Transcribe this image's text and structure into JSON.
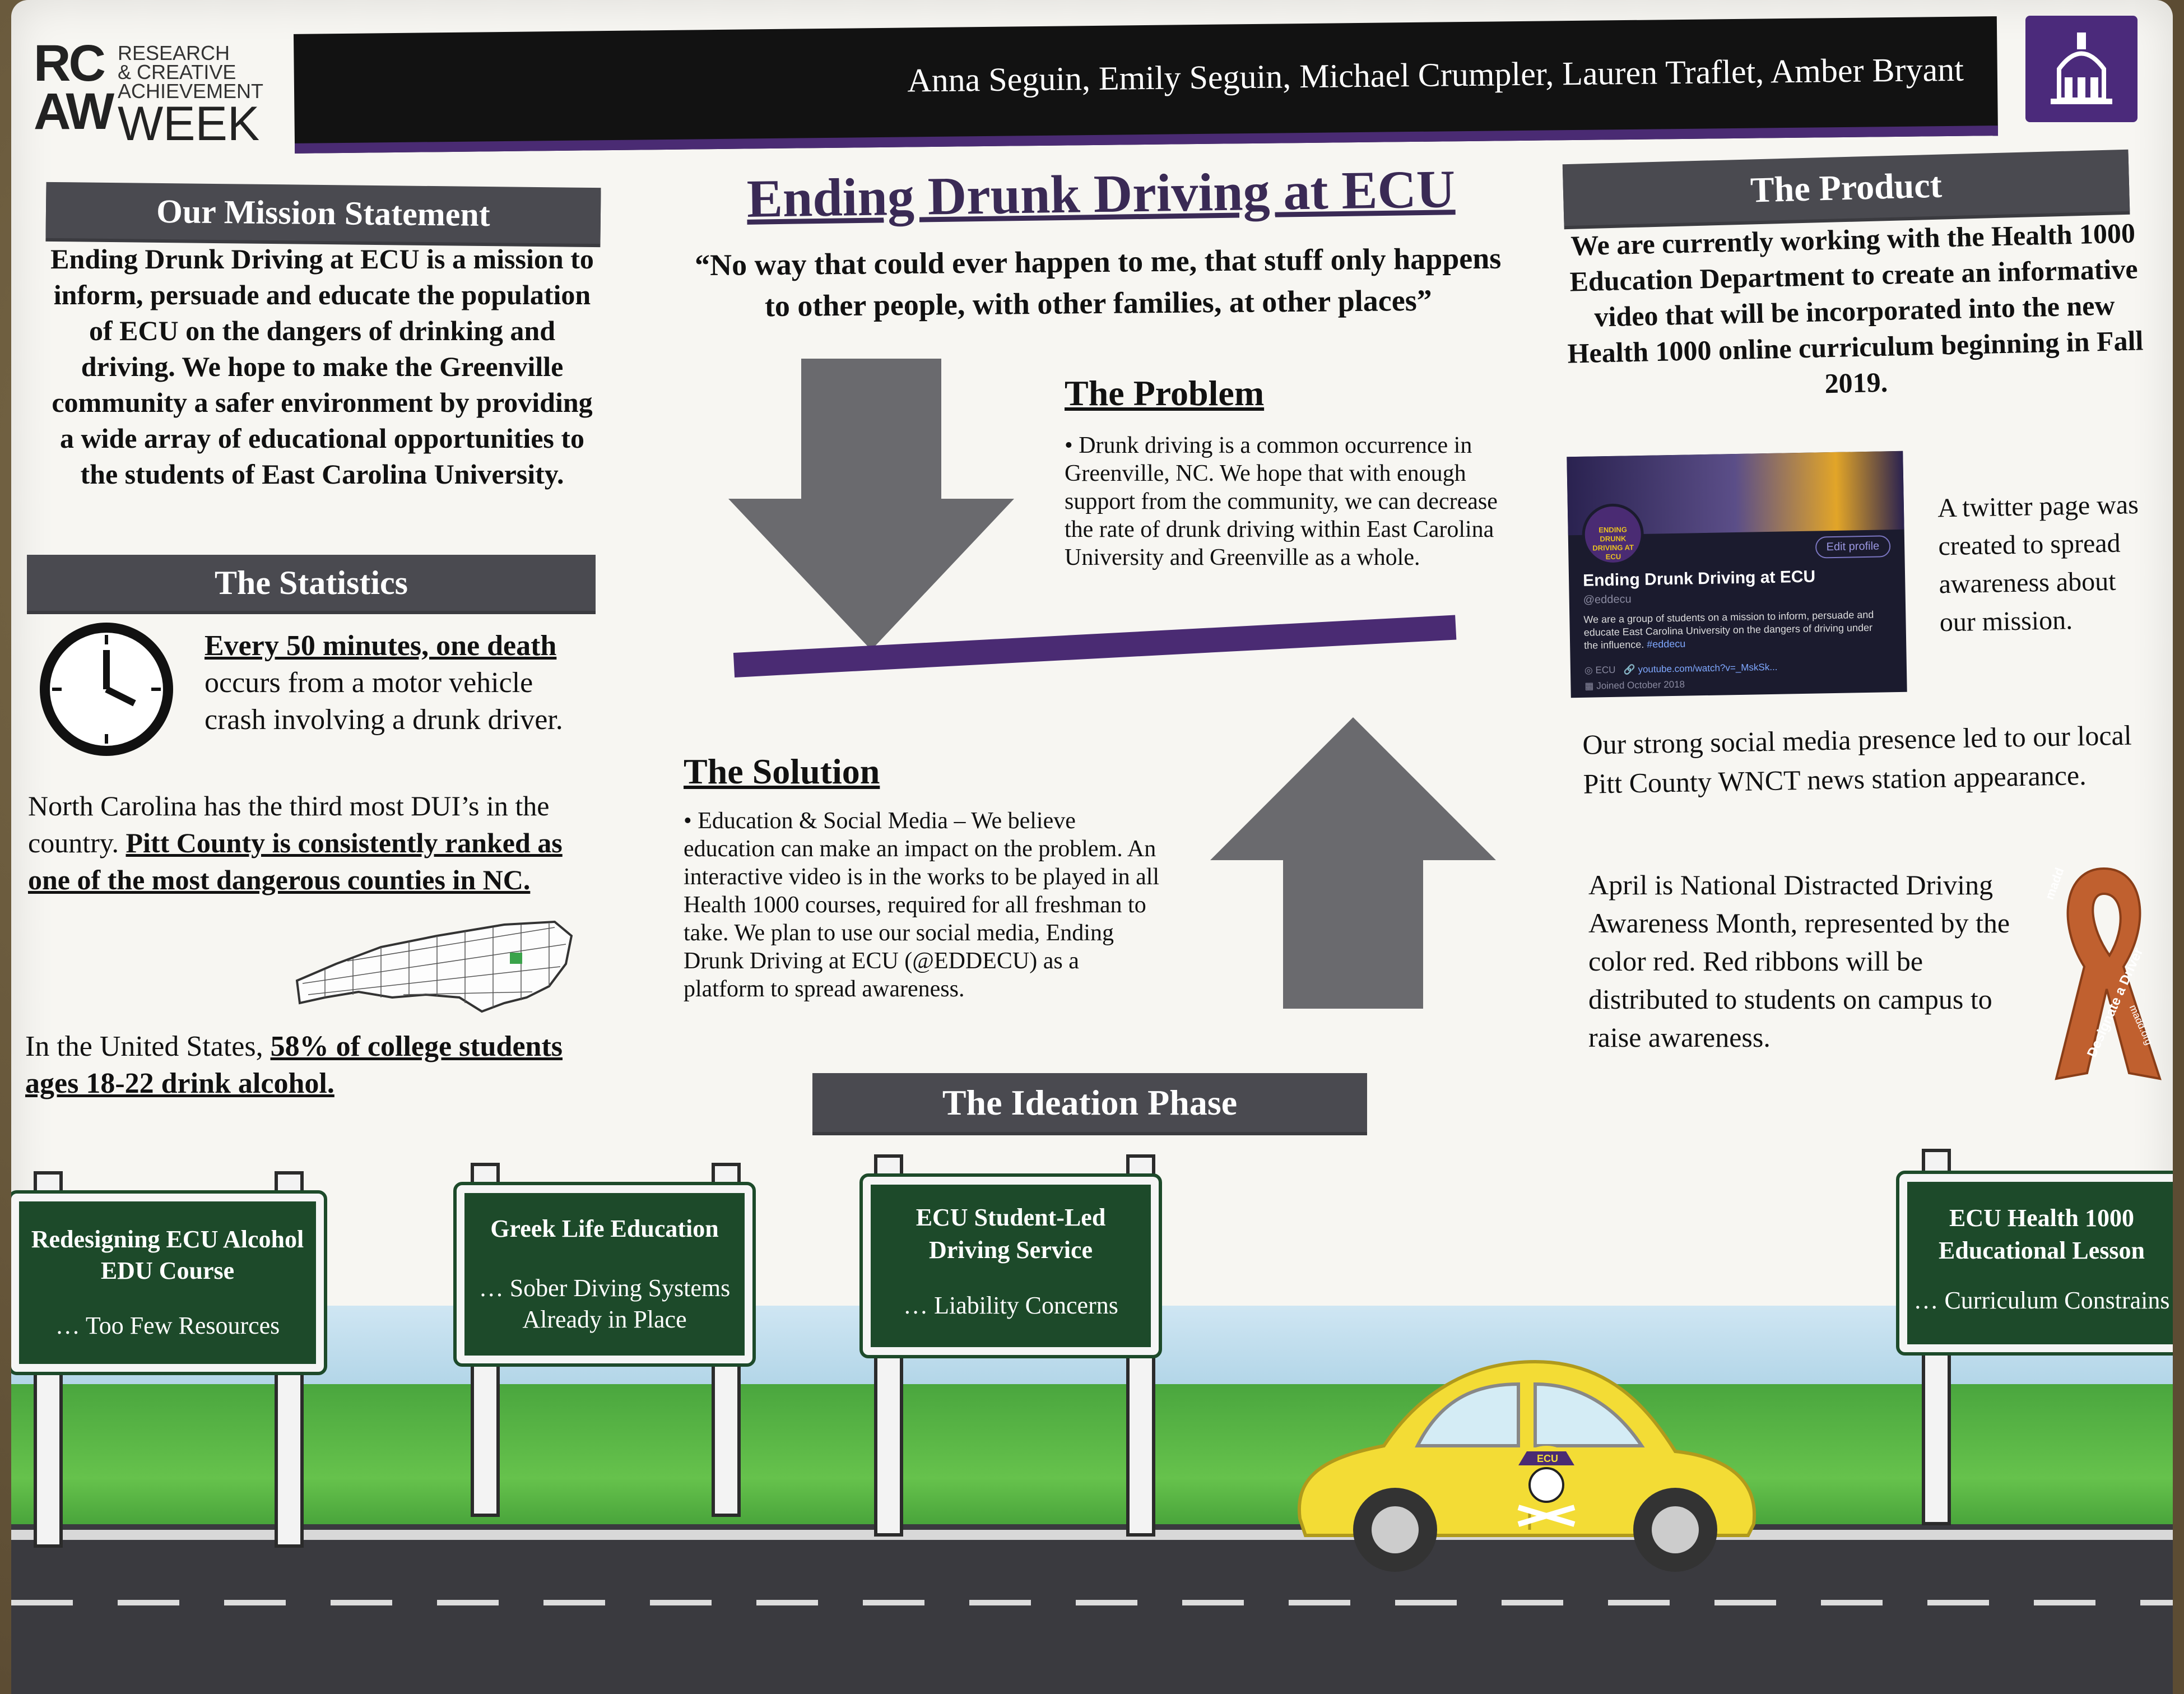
{
  "header": {
    "logo_rc": "RC\nAW",
    "logo_small": "RESEARCH\n& CREATIVE\nACHIEVEMENT",
    "logo_week": "WEEK",
    "authors": "Anna Seguin, Emily Seguin, Michael Crumpler, Lauren Traflet, Amber Bryant"
  },
  "title": "Ending Drunk Driving at ECU",
  "quote": "“No way that could ever happen to me, that stuff only happens\nto other people, with other families, at other places”",
  "mission": {
    "heading": "Our Mission Statement",
    "text": "Ending Drunk Driving at ECU is a mission to inform, persuade and educate the population of ECU on the dangers of drinking and driving. We hope to make the Greenville community a safer environment by providing a wide array of educational opportunities to the students of East Carolina University."
  },
  "statistics": {
    "heading": "The Statistics",
    "stat1_underlined": "Every 50 minutes, one death",
    "stat1_rest": " occurs from a motor vehicle crash involving a drunk driver.",
    "stat2_plain": "North Carolina has the third most DUI’s in the country. ",
    "stat2_bold": "Pitt County is consistently ranked as one of the most dangerous counties in NC.",
    "stat3_plain": "In the United States, ",
    "stat3_bold": "58% of college students ages 18-22 drink alcohol."
  },
  "problem": {
    "heading": "The Problem",
    "text": "Drunk driving is a common occurrence in Greenville, NC. We hope that with enough support from the community, we can decrease the rate of drunk driving within East Carolina University and Greenville as a whole."
  },
  "solution": {
    "heading": "The Solution",
    "text": "Education & Social Media – We believe education can make an impact on the problem. An interactive video is in the works to be played in all Health 1000 courses, required for all freshman to take. We plan to use our social media, Ending Drunk Driving at ECU (@EDDECU) as a platform to spread awareness."
  },
  "product": {
    "heading": "The Product",
    "text": "We are currently working with the Health 1000 Education Department to create an informative video that will be incorporated into the new Health 1000 online curriculum beginning in Fall 2019.",
    "twitter_caption": "A twitter page was created to spread awareness about our mission.",
    "news_text": "Our strong social media presence led to our local Pitt County WNCT news station appearance.",
    "ribbon_text": "April is National Distracted Driving Awareness Month, represented by the color red. Red ribbons will be distributed to students on campus to raise awareness.",
    "ribbon_label": "Designate a Driver",
    "ribbon_brand": "madd",
    "ribbon_url": "madd.org"
  },
  "twitter_card": {
    "avatar_text": "ENDING DRUNK DRIVING AT ECU",
    "edit_button": "Edit profile",
    "name": "Ending Drunk Driving at ECU",
    "handle": "@eddecu",
    "bio": "We are a group of students on a mission to inform, persuade and educate East Carolina University on the dangers of driving under the influence.",
    "hashtag": "#eddecu",
    "location": "ECU",
    "link": "youtube.com/watch?v=_MskSk...",
    "joined": "Joined October 2018"
  },
  "ideation": {
    "heading": "The Ideation Phase",
    "signs": [
      {
        "title": "Redesigning ECU Alcohol EDU Course",
        "note": "… Too Few Resources"
      },
      {
        "title": "Greek Life Education",
        "note": "… Sober Diving Systems Already in Place"
      },
      {
        "title": "ECU Student-Led Driving Service",
        "note": "… Liability Concerns"
      },
      {
        "title": "ECU Health 1000 Educational Lesson",
        "note": "… Curriculum Constrains"
      }
    ]
  },
  "car": {
    "emblem": "ECU"
  },
  "colors": {
    "purple": "#4a2b73",
    "header_gray": "#4a4a50",
    "sign_green": "#1d4a2a",
    "car_yellow": "#f3dc35",
    "ribbon": "#c0602f"
  }
}
